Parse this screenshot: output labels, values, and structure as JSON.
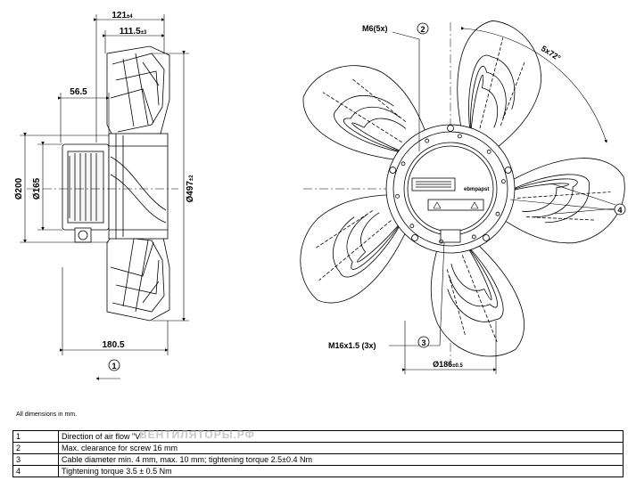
{
  "side_view": {
    "dim_width_total": "121",
    "dim_width_total_tol": "±4",
    "dim_width_inner": "111.5",
    "dim_width_inner_tol": "±3",
    "dim_56": "56.5",
    "dim_bottom": "180.5",
    "dia_200": "Ø200",
    "dia_165": "Ø165",
    "dia_497": "Ø497",
    "dia_497_tol": "±2",
    "callout_1": "1"
  },
  "front_view": {
    "label_m6": "M6(5x)",
    "label_angle": "5x72°",
    "label_m16": "M16x1.5 (3x)",
    "label_dia186": "Ø186",
    "label_dia186_tol": "±0.5",
    "callout_2": "2",
    "callout_3": "3",
    "callout_4": "4",
    "brand": "ebmpapst"
  },
  "note": "All dimensions in mm.",
  "watermark": "ВЕНТИЛЯТОРЫ.РФ",
  "legend": [
    {
      "num": "1",
      "text": "Direction of air flow \"V\""
    },
    {
      "num": "2",
      "text": "Max. clearance for screw 16 mm"
    },
    {
      "num": "3",
      "text": "Cable diameter min. 4 mm, max. 10 mm; tightening torque 2.5±0.4 Nm"
    },
    {
      "num": "4",
      "text": "Tightening torque 3.5 ± 0.5 Nm"
    }
  ]
}
